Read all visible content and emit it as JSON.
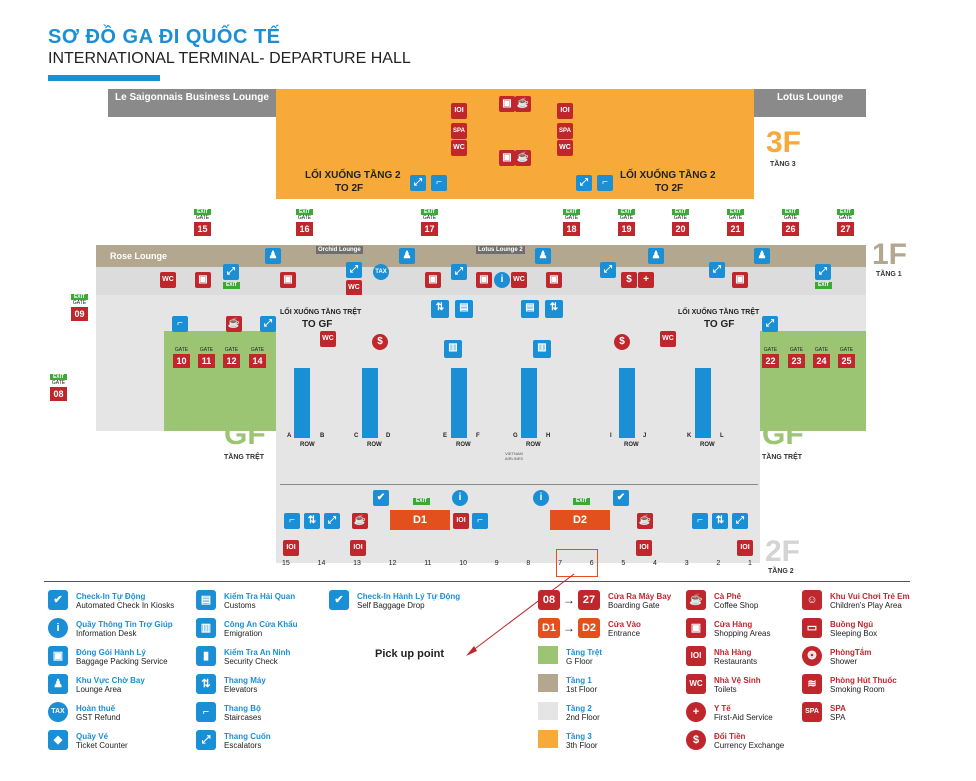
{
  "title": {
    "vn": "SƠ ĐỒ GA ĐI QUỐC TẾ",
    "en": "INTERNATIONAL TERMINAL- DEPARTURE HALL"
  },
  "lounges": {
    "saigonnais": "Le Saigonnais Business Lounge",
    "lotus": "Lotus Lounge",
    "rose": "Rose Lounge",
    "orchid": "Orchid Lounge",
    "lotus2": "Lotus Lounge 2"
  },
  "floors": {
    "f3": {
      "big": "3F",
      "sub": "TẦNG 3"
    },
    "f1": {
      "big": "1F",
      "sub": "TẦNG 1"
    },
    "gf_left": {
      "big": "GF",
      "sub": "TẦNG TRỆT"
    },
    "gf_right": {
      "big": "GF",
      "sub": "TẦNG TRỆT"
    },
    "f2": {
      "big": "2F",
      "sub": "TẦNG 2"
    }
  },
  "stairs_down_2": {
    "vn": "LỐI XUỐNG TẦNG 2",
    "en": "TO 2F"
  },
  "stairs_down_gf": {
    "vn": "LỐI XUỐNG TẦNG TRỆT",
    "en": "TO GF"
  },
  "gate_word": "GATE",
  "exit_word": "EXIT",
  "gates_1f": [
    "15",
    "16",
    "17",
    "18",
    "19",
    "20",
    "21",
    "26",
    "27"
  ],
  "gates_gf_left": [
    "10",
    "11",
    "12",
    "14"
  ],
  "gates_gf_right": [
    "22",
    "23",
    "24",
    "25"
  ],
  "gates_side": [
    "09",
    "08"
  ],
  "rows": [
    "A",
    "B",
    "C",
    "D",
    "E",
    "F",
    "G",
    "H",
    "I",
    "J",
    "K",
    "L"
  ],
  "row_word": "ROW",
  "airline": "VIETNAM AIRLINES",
  "desks": [
    "D1",
    "D2"
  ],
  "bottom_numbers": [
    "15",
    "14",
    "13",
    "12",
    "11",
    "10",
    "9",
    "8",
    "7",
    "6",
    "5",
    "4",
    "3",
    "2",
    "1"
  ],
  "annotation": "Pick up point",
  "icons": {
    "wc": "WC",
    "spa": "SPA",
    "tax": "TAX"
  },
  "legend": [
    {
      "vn": "Check-In Tự Động",
      "en": "Automated Check In Kiosks",
      "icon": "✔"
    },
    {
      "vn": "Quầy Thông Tin Trợ Giúp",
      "en": "Information Desk",
      "icon": "i"
    },
    {
      "vn": "Đóng Gói Hành Lý",
      "en": "Baggage Packing Service",
      "icon": "▣"
    },
    {
      "vn": "Khu Vực Chờ Bay",
      "en": "Lounge Area",
      "icon": "♟"
    },
    {
      "vn": "Hoàn thuế",
      "en": "GST Refund",
      "icon": "TAX"
    },
    {
      "vn": "Quầy Vé",
      "en": "Ticket Counter",
      "icon": "◆"
    },
    {
      "vn": "Kiểm Tra Hải Quan",
      "en": "Customs",
      "icon": "▤"
    },
    {
      "vn": "Công An Cửa Khẩu",
      "en": "Emigration",
      "icon": "▥"
    },
    {
      "vn": "Kiểm Tra An Ninh",
      "en": "Security Check",
      "icon": "▮"
    },
    {
      "vn": "Thang Máy",
      "en": "Elevators",
      "icon": "⇅"
    },
    {
      "vn": "Thang Bộ",
      "en": "Staircases",
      "icon": "⌐"
    },
    {
      "vn": "Thang Cuốn",
      "en": "Escalators",
      "icon": "⤢"
    },
    {
      "vn": "Check-In Hành Lý Tự Động",
      "en": "Self Baggage Drop",
      "icon": "✔"
    },
    {
      "vn": "Cửa Ra Máy Bay",
      "en": "Boarding Gate",
      "from": "08",
      "to": "27"
    },
    {
      "vn": "Cửa Vào",
      "en": "Entrance",
      "from": "D1",
      "to": "D2"
    },
    {
      "vn": "Tầng Trệt",
      "en": "G Floor",
      "color": "#9cc573"
    },
    {
      "vn": "Tầng 1",
      "en": "1st Floor",
      "color": "#b3a88f"
    },
    {
      "vn": "Tầng 2",
      "en": "2nd Floor",
      "color": "#e5e5e5"
    },
    {
      "vn": "Tầng 3",
      "en": "3th Floor",
      "color": "#f7a93a"
    },
    {
      "vn": "Cà Phê",
      "en": "Coffee Shop",
      "icon": "☕"
    },
    {
      "vn": "Cửa Hàng",
      "en": "Shopping Areas",
      "icon": "🎁"
    },
    {
      "vn": "Nhà Hàng",
      "en": "Restaurants",
      "icon": "IOI"
    },
    {
      "vn": "Nhà Vệ Sinh",
      "en": "Toilets",
      "icon": "WC"
    },
    {
      "vn": "Y Tế",
      "en": "First-Aid Service",
      "icon": "+"
    },
    {
      "vn": "Đổi Tiền",
      "en": "Currency Exchange",
      "icon": "$"
    },
    {
      "vn": "Khu Vui Chơi Trẻ Em",
      "en": "Children's Play Area",
      "icon": "☺"
    },
    {
      "vn": "Buồng Ngủ",
      "en": "Sleeping Box",
      "icon": "▭"
    },
    {
      "vn": "PhòngTắm",
      "en": "Shower",
      "icon": "❂"
    },
    {
      "vn": "Phòng Hút Thuốc",
      "en": "Smoking Room",
      "icon": "≋"
    },
    {
      "vn": "SPA",
      "en": "SPA",
      "icon": "SPA"
    }
  ],
  "colors": {
    "blue": "#1a8fd6",
    "red": "#c0272d",
    "green": "#3aa935",
    "orange": "#f7a93a",
    "tan": "#b3a88f",
    "gray": "#e5e5e5",
    "desk": "#e3501e"
  }
}
